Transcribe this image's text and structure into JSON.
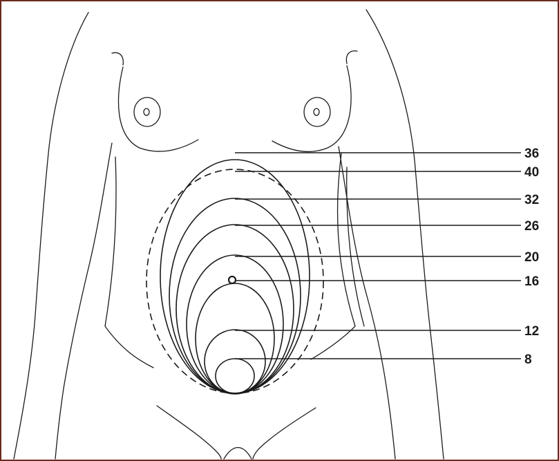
{
  "diagram": {
    "colors": {
      "line": "#1a1a1a",
      "frame": "#6b2a1e",
      "background": "#ffffff"
    },
    "fundal_heights": [
      {
        "week": "36",
        "style": "solid"
      },
      {
        "week": "40",
        "style": "dashed"
      },
      {
        "week": "32",
        "style": "solid"
      },
      {
        "week": "26",
        "style": "solid"
      },
      {
        "week": "20",
        "style": "solid"
      },
      {
        "week": "16",
        "style": "umbilicus"
      },
      {
        "week": "12",
        "style": "solid"
      },
      {
        "week": "8",
        "style": "solid"
      }
    ]
  }
}
